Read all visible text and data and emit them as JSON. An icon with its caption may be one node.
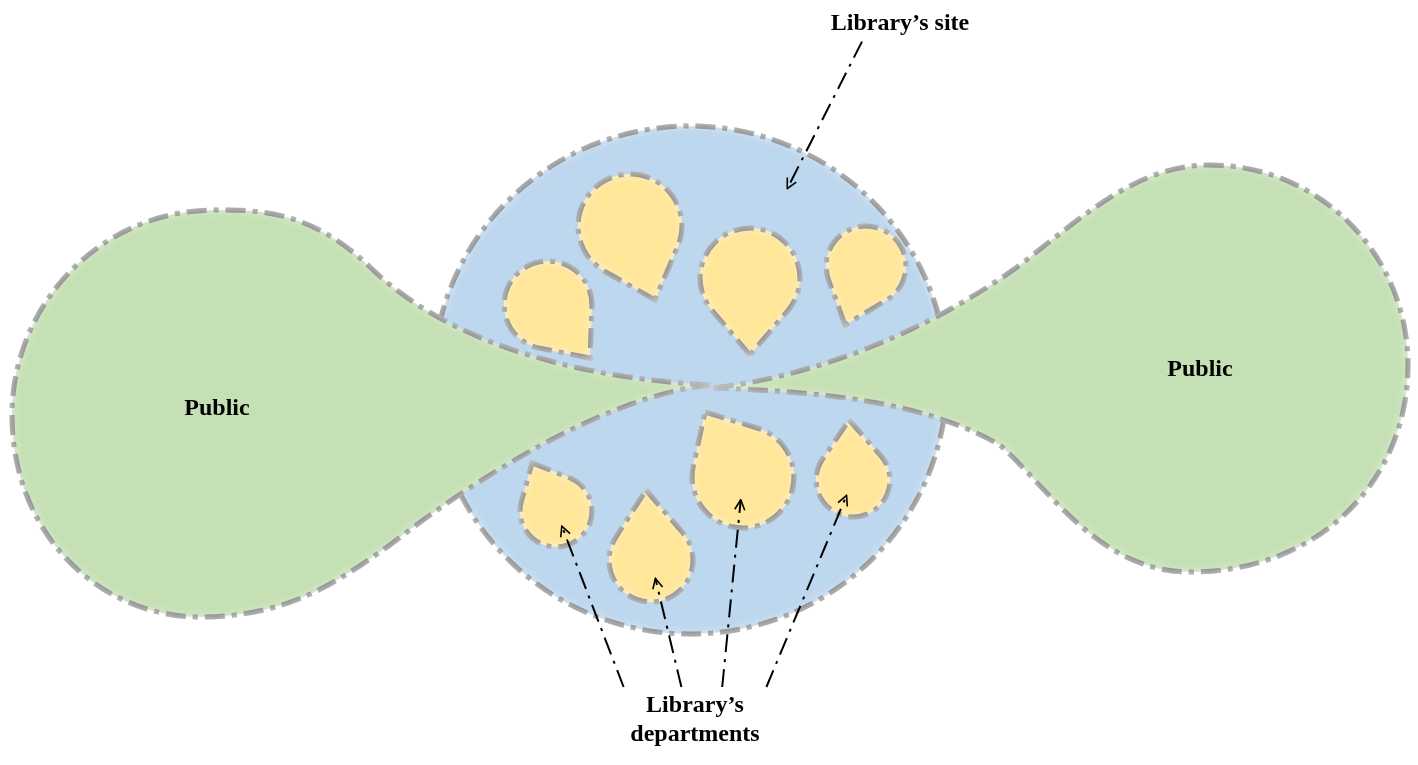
{
  "diagram": {
    "nodes": [
      {
        "text": [
          "Library’s site"
        ]
      },
      {
        "text": [],
        "shape": "circle"
      },
      {
        "text": [],
        "shape": "drop",
        "in": 1
      },
      {
        "text": [],
        "shape": "drop",
        "in": 1
      },
      {
        "text": [],
        "shape": "drop",
        "in": 1
      },
      {
        "text": [],
        "shape": "drop",
        "in": 1
      },
      {
        "text": [],
        "shape": "drop",
        "in": 1
      },
      {
        "text": [],
        "shape": "drop",
        "in": 1
      },
      {
        "text": [],
        "shape": "drop",
        "in": 1
      },
      {
        "text": [],
        "shape": "drop",
        "in": 1
      },
      {
        "text": [
          "Public"
        ]
      },
      {
        "text": [
          "Public"
        ]
      },
      {
        "text": [
          "Library’s departments"
        ]
      }
    ],
    "edges": [
      {
        "from": 0,
        "to": 1,
        "arrow": "to",
        "style": "dashed"
      },
      {
        "from": 12,
        "to": 6,
        "arrow": "to",
        "style": "dashed"
      },
      {
        "from": 12,
        "to": 7,
        "arrow": "to",
        "style": "dashed"
      },
      {
        "from": 12,
        "to": 8,
        "arrow": "to",
        "style": "dashed"
      },
      {
        "from": 12,
        "to": 9,
        "arrow": "to",
        "style": "dashed"
      }
    ]
  }
}
